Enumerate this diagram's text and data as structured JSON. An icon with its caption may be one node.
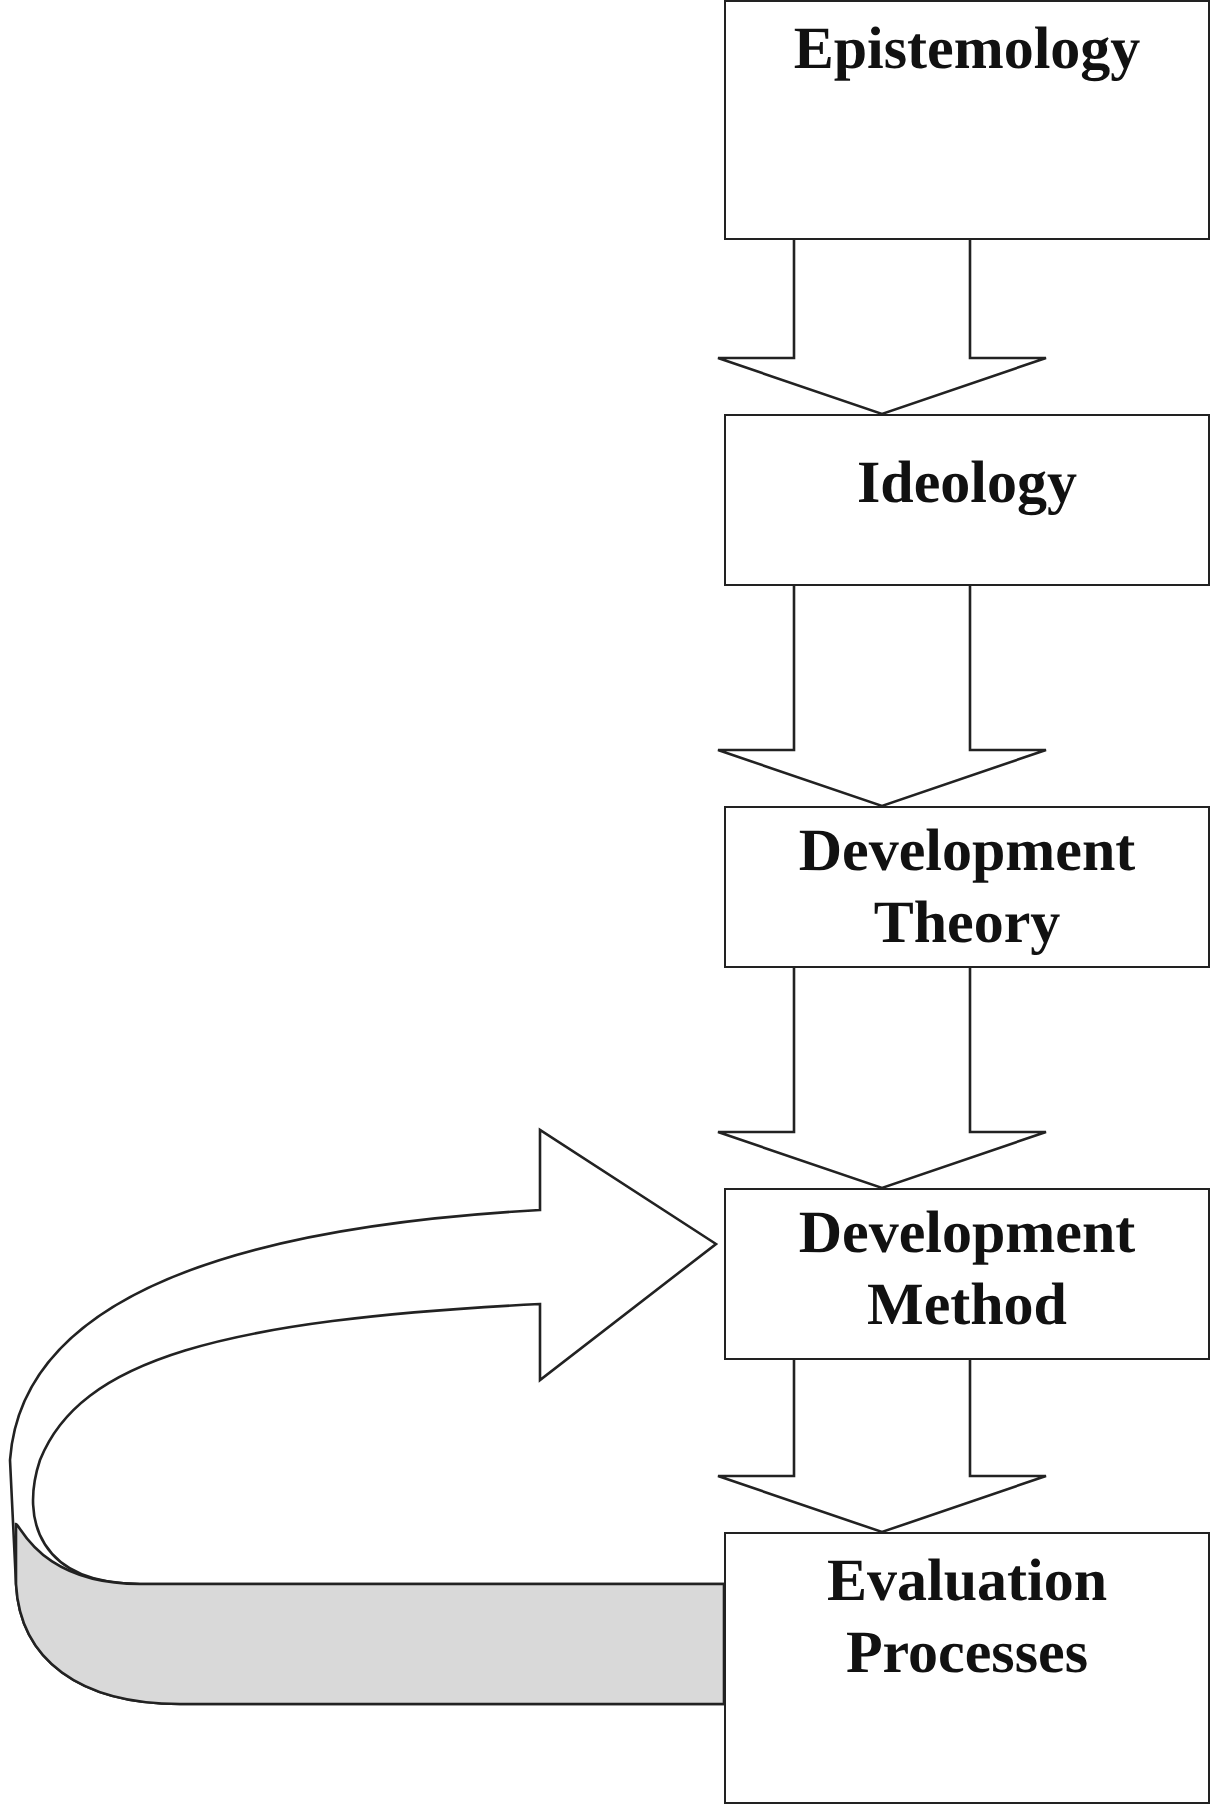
{
  "diagram": {
    "nodes": [
      {
        "text": [
          "Epistemology"
        ]
      },
      {
        "text": [
          "Ideology"
        ]
      },
      {
        "text": [
          "Development Theory"
        ]
      },
      {
        "text": [
          "Development Method"
        ]
      },
      {
        "text": [
          "Evaluation Processes"
        ]
      }
    ],
    "edges": [
      {
        "from": 0,
        "to": 1,
        "arrow": "to"
      },
      {
        "from": 1,
        "to": 2,
        "arrow": "to"
      },
      {
        "from": 2,
        "to": 3,
        "arrow": "to"
      },
      {
        "from": 3,
        "to": 4,
        "arrow": "to"
      },
      {
        "from": 4,
        "to": 3,
        "arrow": "to"
      }
    ]
  }
}
